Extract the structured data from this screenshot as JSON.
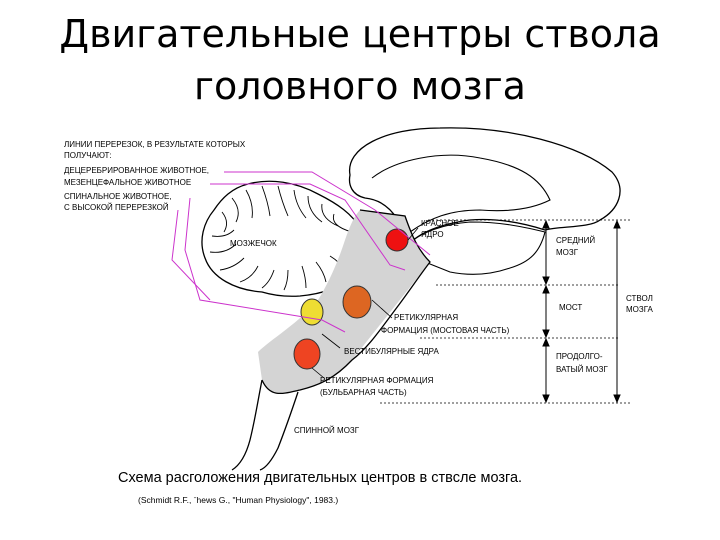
{
  "title": {
    "line1": "Двигательные центры ствола",
    "line2": "головного мозга"
  },
  "diagram": {
    "cut_lines_legend": [
      "ЛИНИИ ПЕРЕРЕЗОК, В РЕЗУЛЬТАТЕ КОТОРЫХ",
      "ПОЛУЧАЮТ:",
      "ДЕЦЕРЕБРИРОВАННОЕ ЖИВОТНОЕ,",
      "МЕЗЕНЦЕФАЛЬНОЕ ЖИВОТНОЕ",
      "СПИНАЛЬНОЕ ЖИВОТНОЕ,",
      "С ВЫСОКОЙ ПЕРЕРЕЗКОЙ"
    ],
    "labels": {
      "cerebellum": "МОЗЖЕЧОК",
      "red_nucleus": [
        "КРАСНОЕ",
        "ЯДРО"
      ],
      "midbrain": [
        "СРЕДНИЙ",
        "МОЗГ"
      ],
      "pons": "МОСТ",
      "brainstem": [
        "СТВОЛ",
        "МОЗГА"
      ],
      "reticular_pontine": [
        "РЕТИКУЛЯРНАЯ",
        "ФОРМАЦИЯ (МОСТОВАЯ ЧАСТЬ)"
      ],
      "vestibular": "ВЕСТИБУЛЯРНЫЕ ЯДРА",
      "medulla": [
        "ПРОДОЛГО-",
        "ВАТЫЙ МОЗГ"
      ],
      "reticular_bulbar": [
        "РЕТИКУЛЯРНАЯ ФОРМАЦИЯ",
        "(БУЛЬБАРНАЯ ЧАСТЬ)"
      ],
      "spinal_cord": "СПИННОЙ МОЗГ"
    },
    "colors": {
      "red_nucleus": "#ee1111",
      "reticular_pontine": "#dd6622",
      "vestibular": "#eedd33",
      "reticular_bulbar": "#ee4422",
      "cut_lines": "#cc33cc",
      "brainstem_fill": "#d4d4d4"
    }
  },
  "caption": "Схема расголожения двигательных центров в ствсле мозга.",
  "source": "(Schmidt R.F., ˉhews G., \"Human Physiology\", 1983.)"
}
